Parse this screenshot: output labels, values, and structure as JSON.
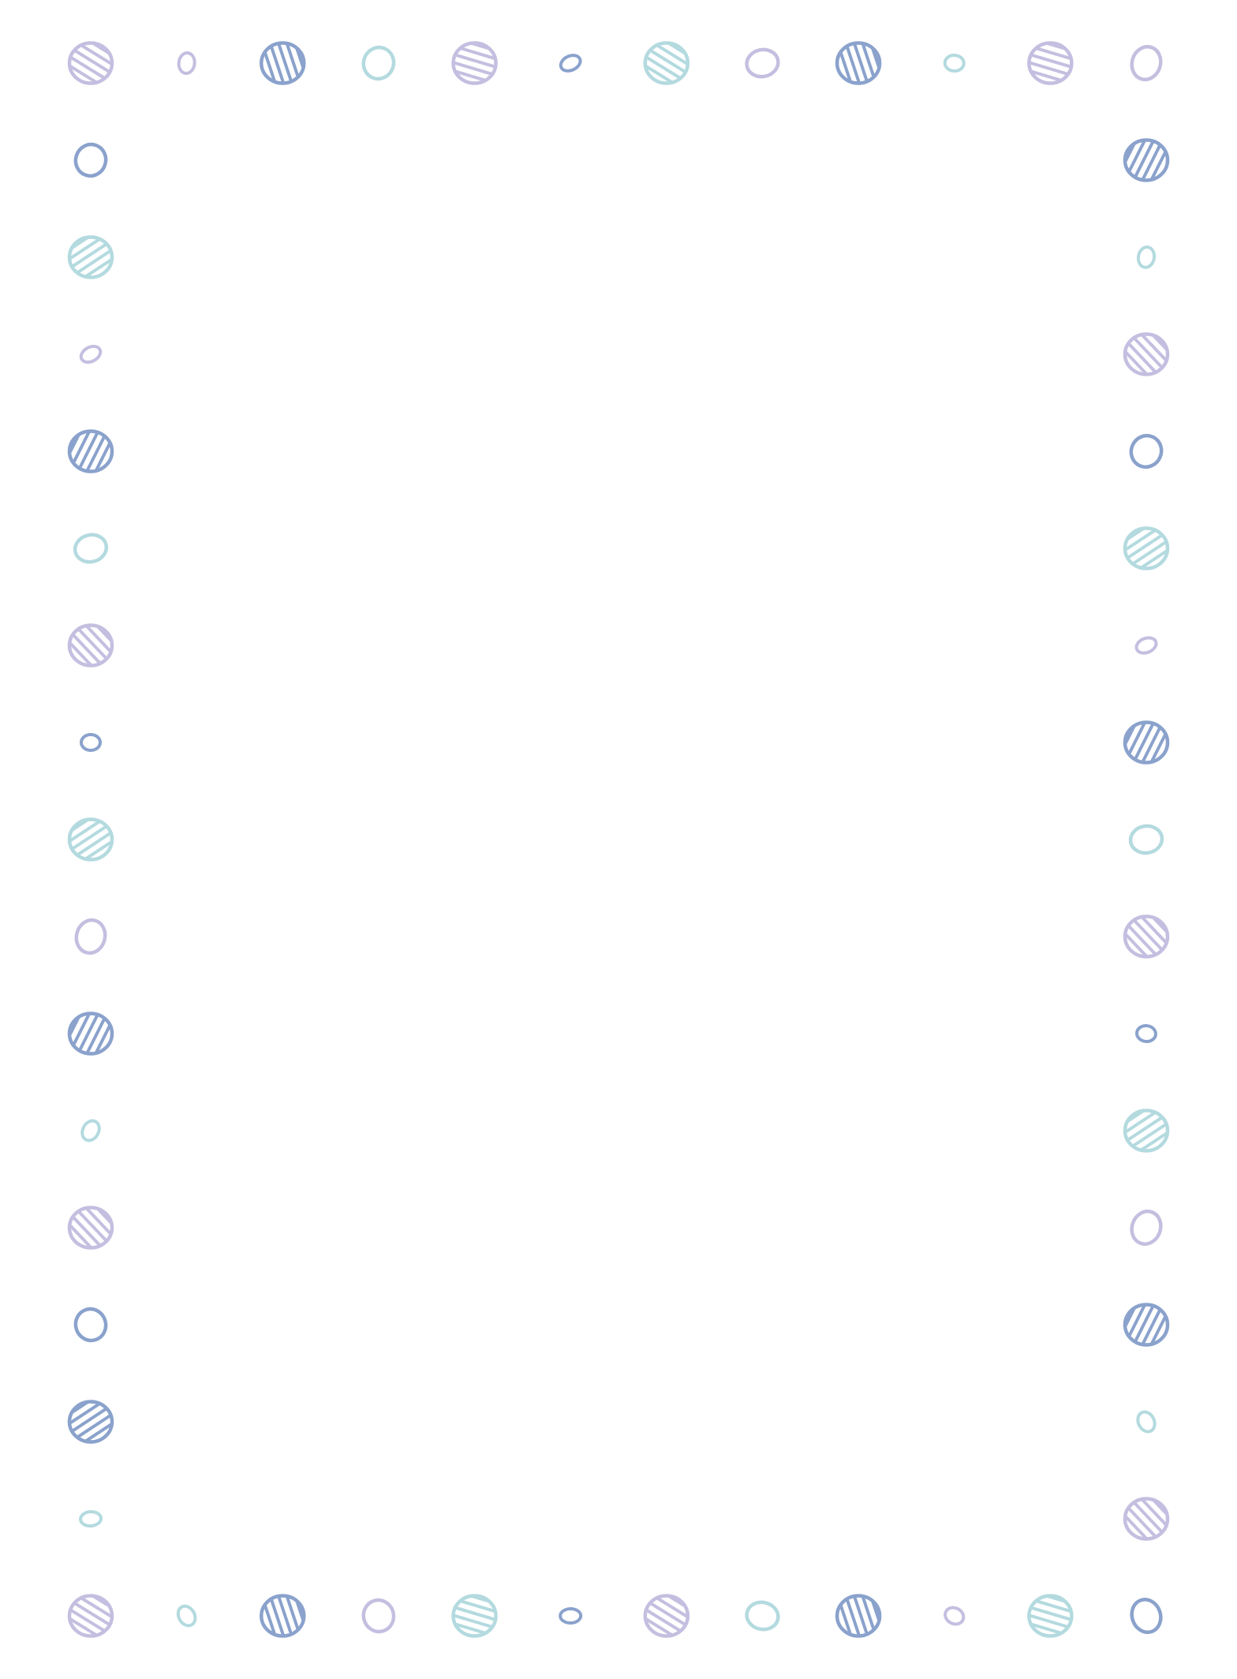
{
  "border": {
    "palette": {
      "blue": "#8AA2CC",
      "teal": "#B3DADF",
      "lavender": "#C4BFE0"
    },
    "top_row": [
      {
        "kind": "striped",
        "color": "lavender"
      },
      {
        "kind": "ring-small",
        "color": "lavender"
      },
      {
        "kind": "striped",
        "color": "blue"
      },
      {
        "kind": "ring",
        "color": "teal"
      },
      {
        "kind": "striped",
        "color": "lavender"
      },
      {
        "kind": "ring-small",
        "color": "blue"
      },
      {
        "kind": "striped",
        "color": "teal"
      },
      {
        "kind": "ring",
        "color": "lavender"
      },
      {
        "kind": "striped",
        "color": "blue"
      },
      {
        "kind": "ring-small",
        "color": "teal"
      },
      {
        "kind": "striped",
        "color": "lavender"
      },
      {
        "kind": "ring",
        "color": "lavender"
      }
    ],
    "bottom_row": [
      {
        "kind": "striped",
        "color": "lavender"
      },
      {
        "kind": "ring-small",
        "color": "teal"
      },
      {
        "kind": "striped",
        "color": "blue"
      },
      {
        "kind": "ring",
        "color": "lavender"
      },
      {
        "kind": "striped",
        "color": "teal"
      },
      {
        "kind": "ring-small",
        "color": "blue"
      },
      {
        "kind": "striped",
        "color": "lavender"
      },
      {
        "kind": "ring",
        "color": "teal"
      },
      {
        "kind": "striped",
        "color": "blue"
      },
      {
        "kind": "ring-small",
        "color": "lavender"
      },
      {
        "kind": "striped",
        "color": "teal"
      },
      {
        "kind": "ring",
        "color": "blue"
      }
    ],
    "left_column": [
      {
        "kind": "ring",
        "color": "blue"
      },
      {
        "kind": "striped",
        "color": "teal"
      },
      {
        "kind": "ring-small",
        "color": "lavender"
      },
      {
        "kind": "striped",
        "color": "blue"
      },
      {
        "kind": "ring",
        "color": "teal"
      },
      {
        "kind": "striped",
        "color": "lavender"
      },
      {
        "kind": "ring-small",
        "color": "blue"
      },
      {
        "kind": "striped",
        "color": "teal"
      },
      {
        "kind": "ring",
        "color": "lavender"
      },
      {
        "kind": "striped",
        "color": "blue"
      },
      {
        "kind": "ring-small",
        "color": "teal"
      },
      {
        "kind": "striped",
        "color": "lavender"
      },
      {
        "kind": "ring",
        "color": "blue"
      },
      {
        "kind": "striped",
        "color": "blue"
      },
      {
        "kind": "ring-small",
        "color": "teal"
      }
    ],
    "right_column": [
      {
        "kind": "striped",
        "color": "blue"
      },
      {
        "kind": "ring-small",
        "color": "teal"
      },
      {
        "kind": "striped",
        "color": "lavender"
      },
      {
        "kind": "ring",
        "color": "blue"
      },
      {
        "kind": "striped",
        "color": "teal"
      },
      {
        "kind": "ring-small",
        "color": "lavender"
      },
      {
        "kind": "striped",
        "color": "blue"
      },
      {
        "kind": "ring",
        "color": "teal"
      },
      {
        "kind": "striped",
        "color": "lavender"
      },
      {
        "kind": "ring-small",
        "color": "blue"
      },
      {
        "kind": "striped",
        "color": "teal"
      },
      {
        "kind": "ring",
        "color": "lavender"
      },
      {
        "kind": "striped",
        "color": "blue"
      },
      {
        "kind": "ring-small",
        "color": "teal"
      },
      {
        "kind": "striped",
        "color": "lavender"
      }
    ]
  }
}
